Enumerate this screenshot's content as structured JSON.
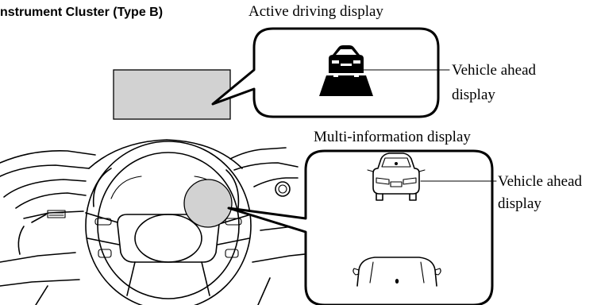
{
  "section_title": "nstrument Cluster (Type B)",
  "top_callout": {
    "title": "Active driving display",
    "pointer_label_line1": "Vehicle ahead",
    "pointer_label_line2": "display"
  },
  "bottom_callout": {
    "title": "Multi-information display",
    "pointer_label_line1": "Vehicle ahead",
    "pointer_label_line2": "display"
  },
  "icons": [
    "vehicle-ahead-icon",
    "vehicle-ahead-rear-icon",
    "own-vehicle-hood-icon"
  ],
  "colors": {
    "highlight": "#d2d2d2",
    "line": "#000000",
    "background": "#ffffff"
  }
}
